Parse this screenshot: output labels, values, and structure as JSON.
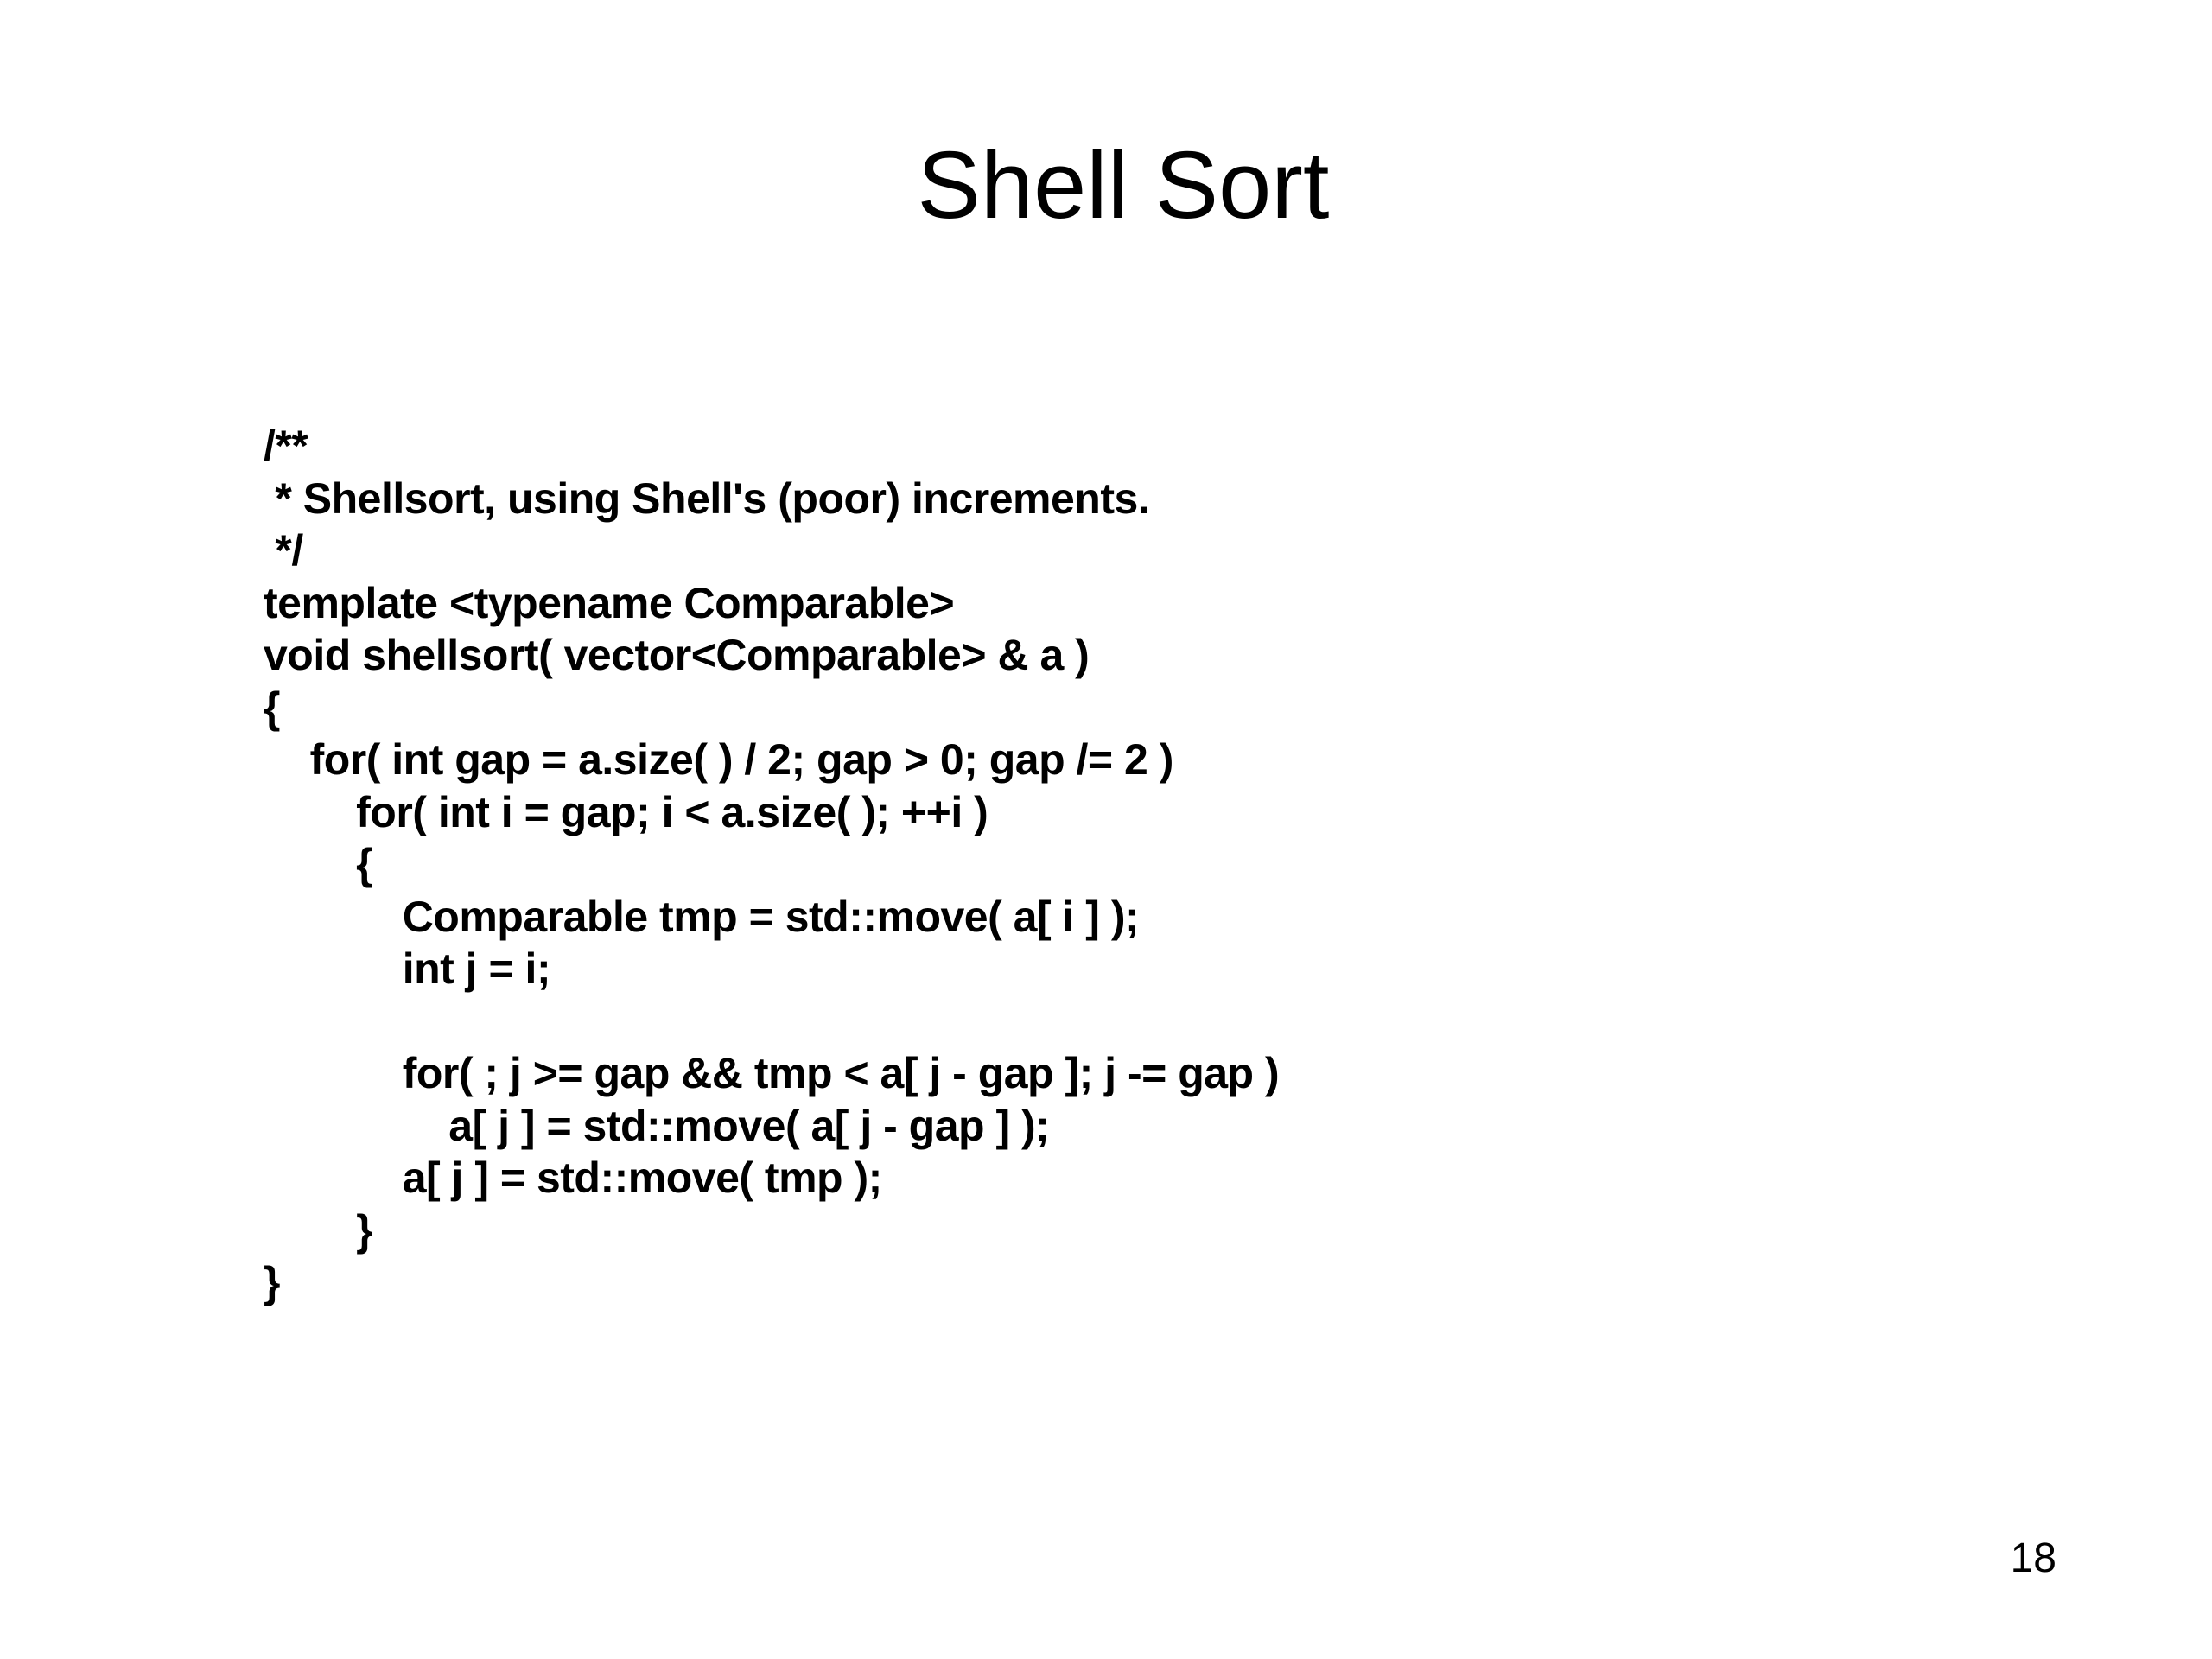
{
  "slide": {
    "title": "Shell Sort",
    "page_number": "18",
    "code_lines": [
      "/**",
      " * Shellsort, using Shell's (poor) increments.",
      " */",
      "template <typename Comparable>",
      "void shellsort( vector<Comparable> & a )",
      "{",
      "    for( int gap = a.size( ) / 2; gap > 0; gap /= 2 )",
      "        for( int i = gap; i < a.size( ); ++i )",
      "        {",
      "            Comparable tmp = std::move( a[ i ] );",
      "            int j = i;",
      "",
      "            for( ; j >= gap && tmp < a[ j - gap ]; j -= gap )",
      "                a[ j ] = std::move( a[ j - gap ] );",
      "            a[ j ] = std::move( tmp );",
      "        }",
      "}"
    ]
  }
}
